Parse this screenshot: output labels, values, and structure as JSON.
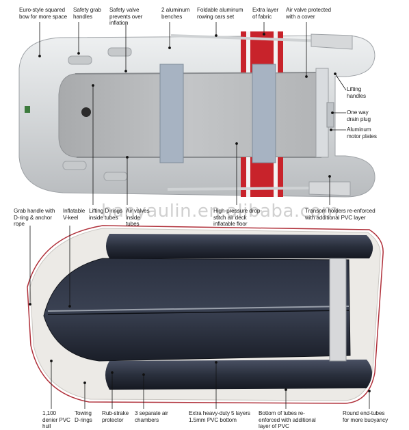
{
  "watermark": "hanyaulin.en.alibaba.com",
  "top_labels": {
    "bow": "Euro-style squared bow for more space",
    "grab_handles": "Safety grab handles",
    "safety_valve": "Safety valve prevents over inflation",
    "benches": "2 aluminum benches",
    "oars": "Foldable aluminum rowing oars set",
    "extra_fabric": "Extra layer of fabric",
    "air_valve_cover": "Air valve protected with a cover",
    "lifting_handles": "Lifting handles",
    "drain_plug": "One way drain plug",
    "motor_plates": "Aluminum motor plates",
    "grab_handle_dring": "Grab handle with D-ring & anchor rope",
    "keel": "Inflatable V-keel",
    "lifting_drings": "Lifting D-rings inside tubes",
    "air_valves": "Air valves inside tubes",
    "drop_stitch": "High-pressure drop-stitch air deck inflatable floor",
    "transom": "Transom holders re-enforced with additional PVC layer"
  },
  "bottom_labels": {
    "hull": "1,100 denier PVC hull",
    "towing": "Towing D-rings",
    "rub_strake": "Rub-strake protector",
    "chambers": "3 separate air chambers",
    "heavy_duty": "Extra heavy-duty 5 layers 1.5mm PVC bottom",
    "tube_bottom": "Bottom of tubes re-enforced with additional layer of PVC",
    "round_tubes": "Round end-tubes for more buoyancy"
  },
  "colors": {
    "tube_gray": "#d8dadc",
    "floor_gray": "#b9bbbd",
    "bench": "#a7b3c2",
    "stripe_red": "#c8232b",
    "hull_dark": "#1f2430",
    "hull_white": "#eceae6",
    "outline_red": "#b0303a"
  }
}
